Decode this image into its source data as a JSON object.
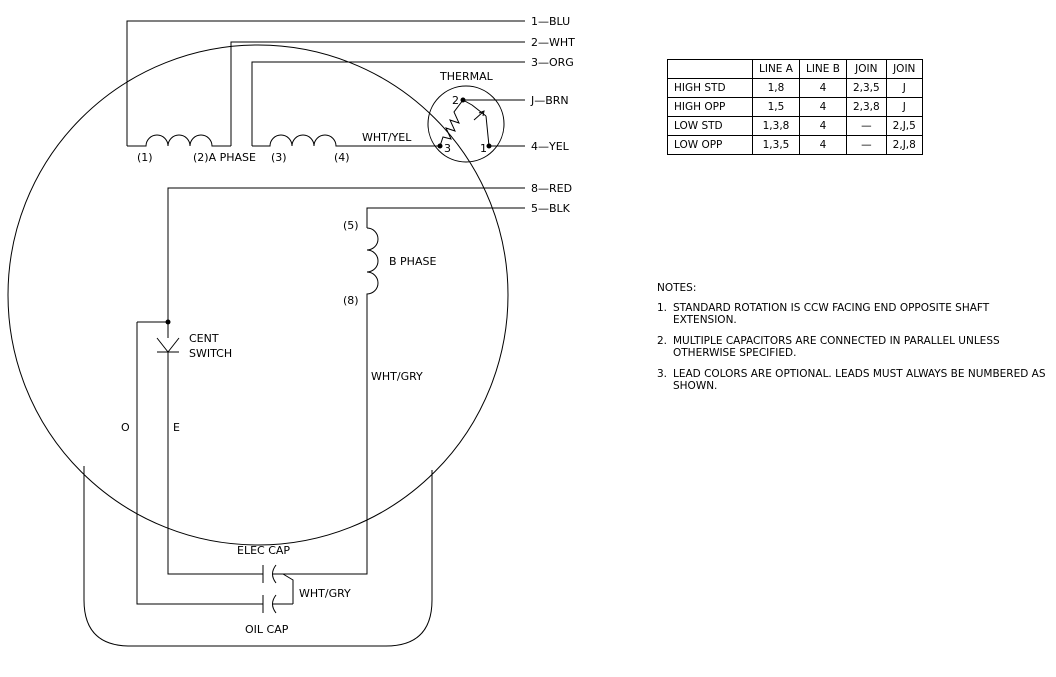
{
  "leads": {
    "blu": "1—BLU",
    "wht": "2—WHT",
    "org": "3—ORG",
    "brn": "J—BRN",
    "yel": "4—YEL",
    "red": "8—RED",
    "blk": "5—BLK"
  },
  "labels": {
    "thermal": "THERMAL",
    "tp2": "2",
    "tp3": "3",
    "tp1": "1",
    "wht_yel": "WHT/YEL",
    "coil1": "(1)",
    "coil2_a_phase": "(2)A PHASE",
    "coil3": "(3)",
    "coil4": "(4)",
    "coil5": "(5)",
    "coil8": "(8)",
    "b_phase": "B PHASE",
    "cent": "CENT",
    "switch": "SWITCH",
    "wht_gry_vertical": "WHT/GRY",
    "o": "O",
    "e": "E",
    "elec_cap": "ELEC CAP",
    "oil_cap": "OIL CAP",
    "wht_gry_cap": "WHT/GRY"
  },
  "table": {
    "headers": [
      "",
      "LINE A",
      "LINE B",
      "JOIN",
      "JOIN"
    ],
    "rows": [
      [
        "HIGH  STD",
        "1,8",
        "4",
        "2,3,5",
        "J"
      ],
      [
        "HIGH  OPP",
        "1,5",
        "4",
        "2,3,8",
        "J"
      ],
      [
        "LOW  STD",
        "1,3,8",
        "4",
        "—",
        "2,J,5"
      ],
      [
        "LOW  OPP",
        "1,3,5",
        "4",
        "—",
        "2,J,8"
      ]
    ]
  },
  "notes": {
    "heading": "NOTES:",
    "items": [
      {
        "num": "1.",
        "text": "STANDARD ROTATION IS CCW FACING END OPPOSITE SHAFT EXTENSION."
      },
      {
        "num": "2.",
        "text": "MULTIPLE CAPACITORS ARE CONNECTED IN PARALLEL UNLESS OTHERWISE SPECIFIED."
      },
      {
        "num": "3.",
        "text": "LEAD COLORS ARE OPTIONAL.  LEADS MUST ALWAYS BE NUMBERED AS SHOWN."
      }
    ]
  }
}
